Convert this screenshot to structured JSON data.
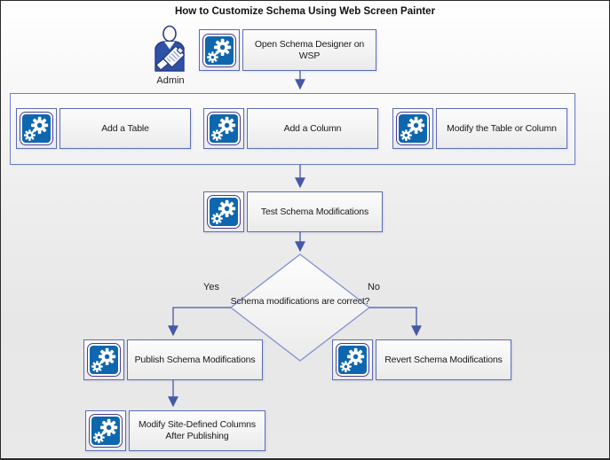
{
  "title": "How to Customize Schema Using Web Screen Painter",
  "actor": {
    "label": "Admin",
    "icon": "admin-person-icon"
  },
  "nodes": {
    "open": {
      "label": "Open Schema Designer on WSP",
      "icon": "gears-icon"
    },
    "add_table": {
      "label": "Add a Table",
      "icon": "gears-icon"
    },
    "add_column": {
      "label": "Add a Column",
      "icon": "gears-icon"
    },
    "modify": {
      "label": "Modify the Table or Column",
      "icon": "gears-icon"
    },
    "test": {
      "label": "Test Schema Modifications",
      "icon": "gears-icon"
    },
    "decision": {
      "label": "Schema modifications are correct?"
    },
    "publish": {
      "label": "Publish Schema Modifications",
      "icon": "gears-icon"
    },
    "revert": {
      "label": "Revert Schema Modifications",
      "icon": "gears-icon"
    },
    "modify_site": {
      "label": "Modify Site-Defined Columns After Publishing",
      "icon": "gears-icon"
    }
  },
  "branch_labels": {
    "yes": "Yes",
    "no": "No"
  },
  "edges": [
    {
      "from": "open",
      "to": "actions-group"
    },
    {
      "from": "actions-group",
      "to": "test"
    },
    {
      "from": "test",
      "to": "decision"
    },
    {
      "from": "decision",
      "to": "publish",
      "label": "Yes"
    },
    {
      "from": "decision",
      "to": "revert",
      "label": "No"
    },
    {
      "from": "publish",
      "to": "modify_site"
    }
  ],
  "colors": {
    "step_border": "#5a6cb4",
    "group_border": "#6e7fc3",
    "diamond_border": "#8291d1",
    "connector": "#4457a6",
    "icon_tile_blue": "#0e67ae",
    "icon_tile_ring": "#4b3a8e",
    "actor_blue": "#2d52a8",
    "title_text": "#111111",
    "body_text": "#1a1a1a"
  }
}
